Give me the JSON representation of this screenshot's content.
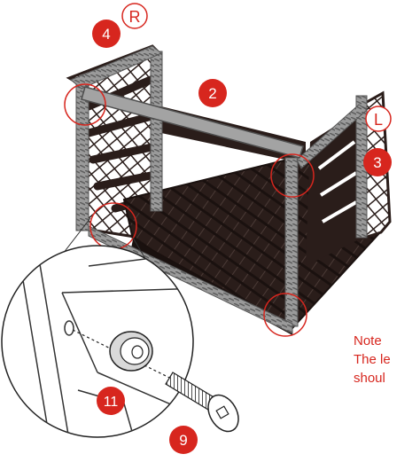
{
  "colors": {
    "accent": "#d7261e",
    "frame": "#8f8f8f",
    "wicker": "#2a1d1a"
  },
  "callouts": {
    "part_4": "4",
    "part_2": "2",
    "part_3": "3",
    "part_11": "11",
    "part_9": "9"
  },
  "side_labels": {
    "right": "R",
    "left": "L"
  },
  "note": {
    "line1": "Note",
    "line2": "The le",
    "line3": "shoul"
  },
  "icons": [
    "bolt-icon",
    "washer-icon",
    "detail-magnifier-icon"
  ]
}
